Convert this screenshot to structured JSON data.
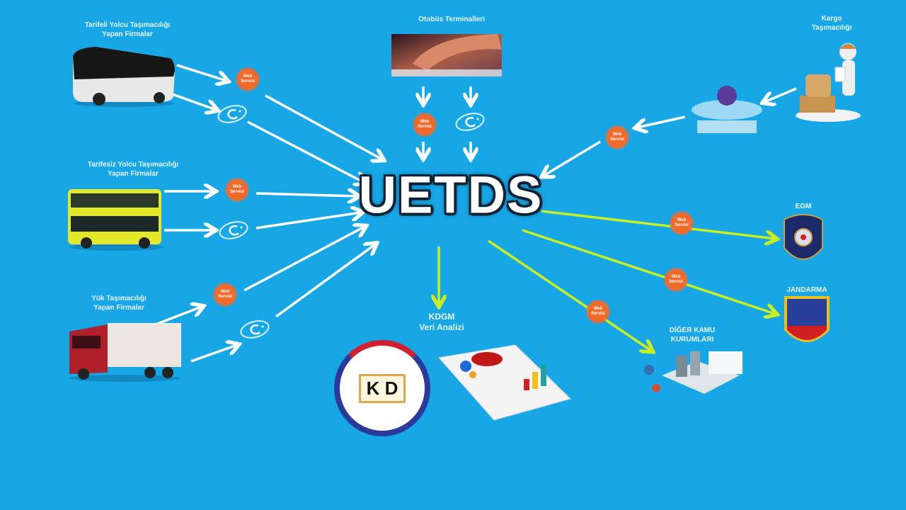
{
  "center": {
    "title": "UETDS"
  },
  "sources": {
    "scheduled_bus": {
      "label_line1": "Tarifeli Yolcu Taşımacılığı",
      "label_line2": "Yapan Firmalar"
    },
    "terminals": {
      "label": "Otobüs Terminalleri"
    },
    "cargo": {
      "label_line1": "Kargo",
      "label_line2": "Taşımacılığı"
    },
    "unscheduled_bus": {
      "label_line1": "Tarifesiz Yolcu Taşımacılığı",
      "label_line2": "Yapan Firmalar"
    },
    "freight": {
      "label_line1": "Yük Taşımacılığı",
      "label_line2": "Yapan Firmalar"
    }
  },
  "web_service": {
    "line1": "Web",
    "line2": "Servisi"
  },
  "targets": {
    "kdgm": {
      "label_line1": "KDGM",
      "label_line2": "Veri Analizi",
      "logo_text": "K D"
    },
    "egm": {
      "label": "EGM"
    },
    "jandarma": {
      "label": "JANDARMA"
    },
    "other": {
      "label_line1": "DİĞER KAMU",
      "label_line2": "KURUMLARI"
    }
  },
  "colors": {
    "background": "#17a6e6",
    "inbound_arrow": "#ffffff",
    "outbound_arrow": "#c8f020",
    "web_service": "#f26a2a"
  }
}
